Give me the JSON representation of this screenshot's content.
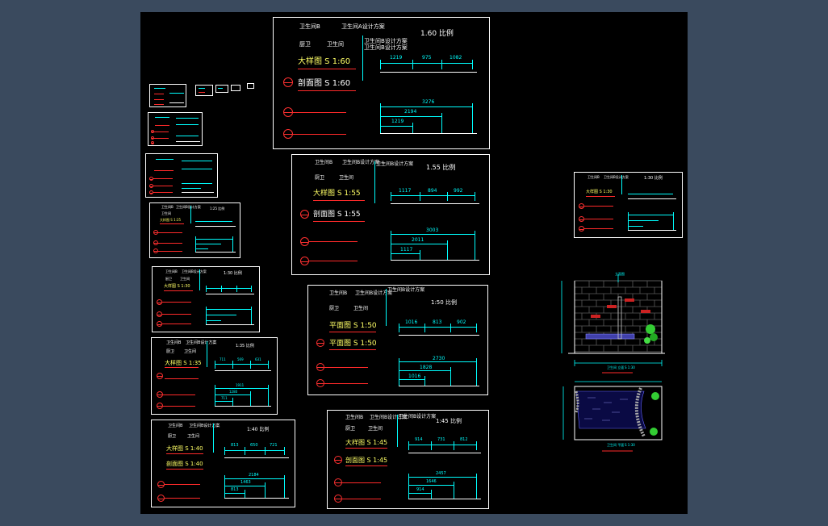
{
  "texts": {
    "s1_h1": "卫生间B",
    "s1_h2": "卫生间A设计方案",
    "s1_h3": "卫生间B设计方案",
    "s1_h4": "卫生间B设计方案",
    "s1_scale": "1.60 比例",
    "s1_room": "厨卫",
    "s1_room2": "卫生间",
    "s1_t1": "大样图 S 1:60",
    "s1_t2": "剖面图 S 1:60",
    "s1_d1": "1219",
    "s1_d2": "975",
    "s1_d3": "1082",
    "s1_d4": "3276",
    "s1_d5": "2194",
    "s1_d6": "1219",
    "s2_h1": "卫生间B",
    "s2_h2": "卫生间B设计方案",
    "s2_h3": "卫生间B设计方案",
    "s2_scale": "1.55 比例",
    "s2_room": "厨卫",
    "s2_room2": "卫生间",
    "s2_t1": "大样图 S 1:55",
    "s2_t2": "剖面图 S 1:55",
    "s2_d1": "1117",
    "s2_d2": "894",
    "s2_d3": "992",
    "s2_d4": "3003",
    "s2_d5": "2011",
    "s2_d6": "1117",
    "s3_h1": "卫生间B",
    "s3_h2": "卫生间B设计方案",
    "s3_h3": "卫生间B设计方案",
    "s3_scale": "1:50 比例",
    "s3_room": "厨卫",
    "s3_room2": "卫生间",
    "s3_t1": "平面图 S 1:50",
    "s3_t2": "平面图 S 1:50",
    "s3_d1": "1016",
    "s3_d2": "813",
    "s3_d3": "902",
    "s3_d4": "2730",
    "s3_d5": "1828",
    "s3_d6": "1016",
    "s4_h1": "卫生间B",
    "s4_h2": "卫生间B设计方案",
    "s4_h3": "卫生间B设计方案",
    "s4_scale": "1:45 比例",
    "s4_room": "厨卫",
    "s4_room2": "卫生间",
    "s4_t1": "大样图 S 1:45",
    "s4_t2": "剖面图 S 1:45",
    "s4_d1": "914",
    "s4_d2": "731",
    "s4_d3": "812",
    "s4_d4": "2457",
    "s4_d5": "1646",
    "s4_d6": "914",
    "l_h1": "卫生间B",
    "l_h2": "卫生间B设计方案",
    "l_room": "厨卫",
    "l_room2": "卫生间",
    "l40_scale": "1:40 比例",
    "l40_t1": "大样图 S 1:40",
    "l40_t2": "剖面图 S 1:40",
    "l40_d1": "813",
    "l40_d2": "650",
    "l40_d3": "721",
    "l40_d4": "2184",
    "l40_d5": "1463",
    "l40_d6": "813",
    "l35_scale": "1:35 比例",
    "l35_t1": "大样图 S 1:35",
    "l35_d1": "711",
    "l35_d2": "569",
    "l35_d3": "631",
    "l35_d4": "1911",
    "l35_d5": "1280",
    "l35_d6": "711",
    "l30_scale": "1:30 比例",
    "l30_t1": "大样图 S 1:30",
    "l25_scale": "1:25 比例",
    "l25_t1": "大样图 S 1:25",
    "r_h1": "卫生间B",
    "r_h2": "卫生间B设计方案",
    "r_scale": "1:30 比例",
    "r_t1": "大样图 S 1:30",
    "elev_title": "立面图",
    "elev_label": "卫生间 立面",
    "elev_scale": "S 1:30",
    "plan_label": "卫生间 平面",
    "plan_scale": "S 1:30"
  },
  "colors": {
    "background": "#3a4a5e",
    "canvas": "#000000",
    "frame": "#ffffff",
    "dimension": "#00ffff",
    "symbol": "#ff3030",
    "brick": "#5a5a5a",
    "plant": "#33cc33"
  }
}
